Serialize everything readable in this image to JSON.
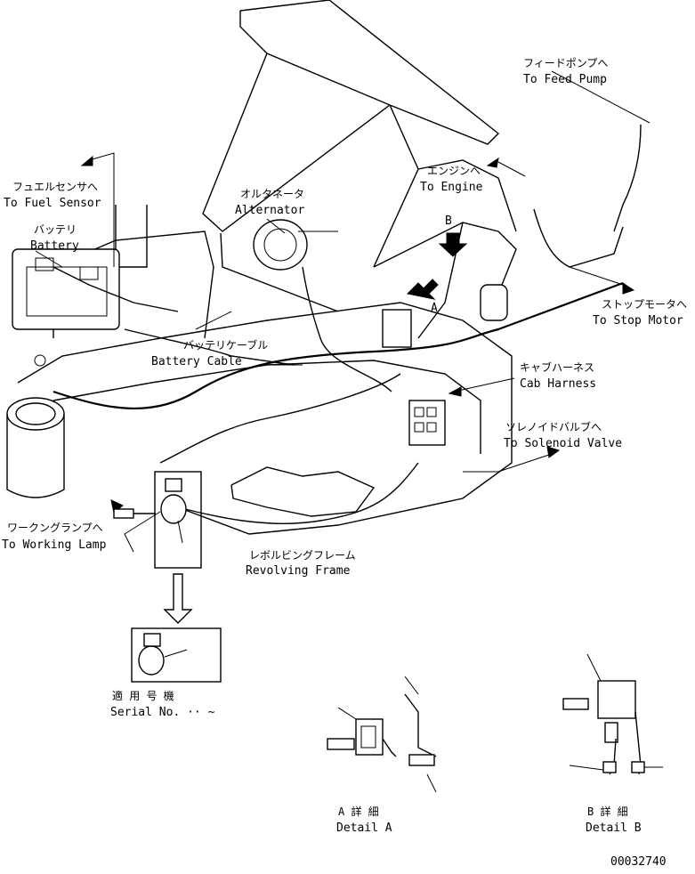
{
  "labels": {
    "feed_pump_jp": "フィードポンプへ",
    "feed_pump_en": "To Feed Pump",
    "fuel_sensor_jp": "フュエルセンサへ",
    "fuel_sensor_en": "To Fuel Sensor",
    "battery_jp": "バッテリ",
    "battery_en": "Battery",
    "alternator_jp": "オルタネータ",
    "alternator_en": "Alternator",
    "engine_jp": "エンジンへ",
    "engine_en": "To Engine",
    "stop_motor_jp": "ストップモータへ",
    "stop_motor_en": "To Stop Motor",
    "battery_cable_jp": "バッテリケーブル",
    "battery_cable_en": "Battery Cable",
    "cab_harness_jp": "キャブハーネス",
    "cab_harness_en": "Cab Harness",
    "solenoid_jp": "ソレノイドバルブへ",
    "solenoid_en": "To Solenoid Valve",
    "working_lamp_jp": "ワークングランプへ",
    "working_lamp_en": "To Working Lamp",
    "revolving_frame_jp": "レボルビングフレーム",
    "revolving_frame_en": "Revolving Frame",
    "serial_jp": "適 用 号 機",
    "serial_en": "Serial No. ·· ~",
    "detail_a_jp": "A 詳 細",
    "detail_a_en": "Detail A",
    "detail_b_jp": "B 詳 細",
    "detail_b_en": "Detail B",
    "marker_a": "A",
    "marker_b": "B",
    "drawing_number": "00032740"
  }
}
